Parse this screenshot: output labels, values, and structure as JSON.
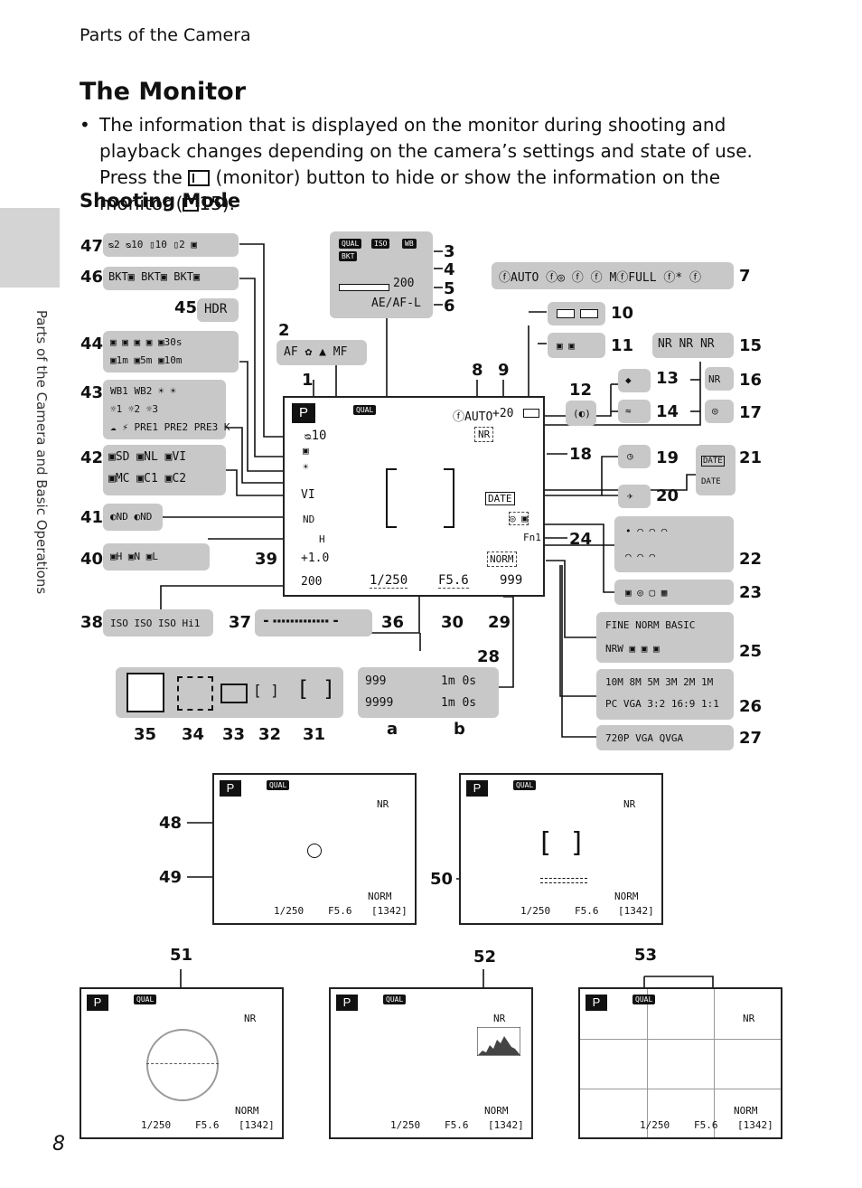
{
  "header": {
    "section": "Parts of the Camera"
  },
  "title": "The Monitor",
  "bullet": {
    "part1": "The information that is displayed on the monitor during shooting and playback changes depending on the camera’s settings and state of use. Press the ",
    "part2": " (monitor) button to hide or show the information on the monitor (",
    "part3": "15)."
  },
  "subheading": "Shooting Mode",
  "side_tab": "Parts of the Camera and Basic Operations",
  "page_number": "8",
  "callouts": {
    "n1": "1",
    "n2": "2",
    "n3": "3",
    "n4": "4",
    "n5": "5",
    "n6": "6",
    "n7": "7",
    "n8": "8",
    "n9": "9",
    "n10": "10",
    "n11": "11",
    "n12": "12",
    "n13": "13",
    "n14": "14",
    "n15": "15",
    "n16": "16",
    "n17": "17",
    "n18": "18",
    "n19": "19",
    "n20": "20",
    "n21": "21",
    "n22": "22",
    "n23": "23",
    "n24": "24",
    "n25": "25",
    "n26": "26",
    "n27": "27",
    "n28": "28",
    "n29": "29",
    "n30": "30",
    "n31": "31",
    "n32": "32",
    "n33": "33",
    "n34": "34",
    "n35": "35",
    "n36": "36",
    "n37": "37",
    "n38": "38",
    "n39": "39",
    "n40": "40",
    "n41": "41",
    "n42": "42",
    "n43": "43",
    "n44": "44",
    "n45": "45",
    "n46": "46",
    "n47": "47",
    "n48": "48",
    "n49": "49",
    "n50": "50",
    "n51": "51",
    "n52": "52",
    "n53": "53",
    "a": "a",
    "b": "b"
  },
  "screen": {
    "mode": "P",
    "qual": "QUAL",
    "self_timer": "ᴓ10",
    "flash": "ⓕAUTO",
    "exposure_comp": "+20",
    "shutter": "1/250",
    "aperture": "F5.6",
    "remaining": "999",
    "iso": "200",
    "ev": "+1.0",
    "image_mode": "NORM",
    "picture_control": "VI",
    "fn": "Fn1",
    "date": "DATE",
    "h": "H",
    "nd": "ND"
  },
  "panels": {
    "p3_tags": [
      "QUAL",
      "ISO",
      "WB",
      "BKT"
    ],
    "p4_zoom": "200",
    "p6_ae": "AE/AF-L",
    "p7_flash": [
      "ⓕAUTO",
      "ⓕ◎",
      "ⓕ",
      "M ⓕ FULL",
      "ⓕ*",
      "ⓕ"
    ],
    "p15": [
      "NR",
      "NR",
      "NR"
    ],
    "p16": "NR",
    "p21": [
      "DATE",
      "DATE"
    ],
    "p25": [
      "FINE",
      "NORM",
      "BASIC",
      "NRW",
      "NRW+NORM",
      "NRW+FINE",
      "NRW+BASIC"
    ],
    "p26": [
      "10M",
      "8M",
      "5M",
      "3M",
      "2M",
      "1M",
      "PC",
      "VGA",
      "3:2",
      "16:9",
      "1:1"
    ],
    "p27": [
      "720P",
      "VGA",
      "QVGA"
    ],
    "p28_a": [
      "999",
      "9999"
    ],
    "p28_b": [
      "1m 0s",
      "1m 0s"
    ],
    "p38": [
      "ISO",
      "ISO",
      "ISO",
      "Hi1"
    ],
    "p40": [
      "H",
      "N",
      "L"
    ],
    "p41": [
      "ND",
      "ND"
    ],
    "p42": [
      "SD",
      "NL",
      "VI",
      "MC",
      "C1",
      "C2"
    ],
    "p43": [
      "WB1",
      "WB2",
      "1",
      "2",
      "3",
      "PRE1",
      "PRE2",
      "PRE3",
      "K"
    ],
    "p44": [
      "30s",
      "1m",
      "5m",
      "10m"
    ],
    "p45": "HDR",
    "p46": [
      "BKT",
      "Sv",
      "BKT",
      "Tv",
      "BKT",
      "WB"
    ],
    "p47": [
      "2",
      "10",
      "10",
      "2"
    ]
  },
  "mini_screens": {
    "mode": "P",
    "qual": "QUAL",
    "shutter": "1/250",
    "aperture": "F5.6",
    "norm": "NORM",
    "count": "[1342]",
    "nr": "NR"
  }
}
